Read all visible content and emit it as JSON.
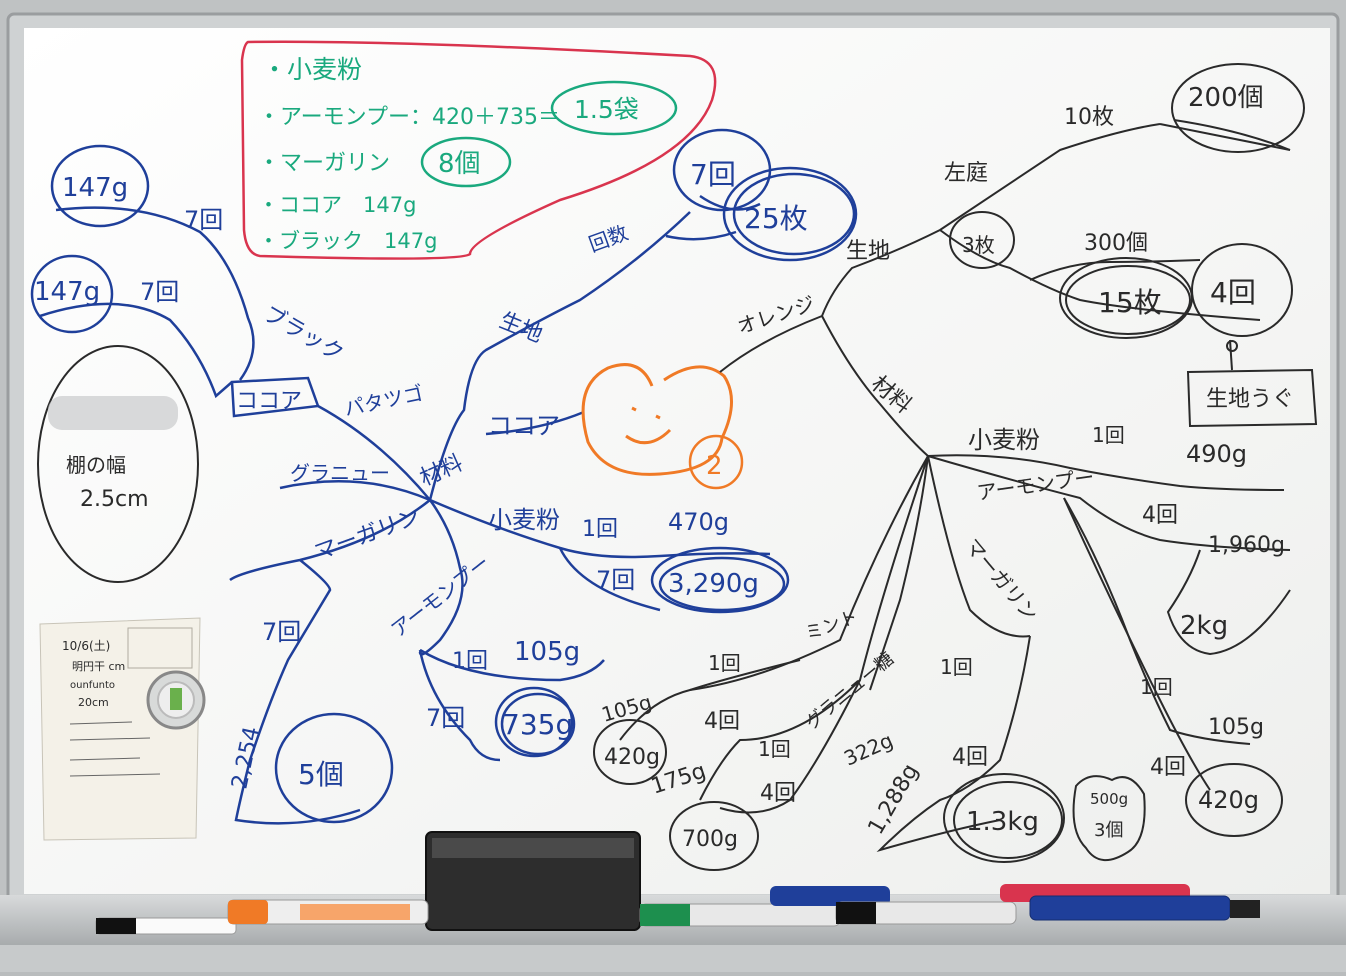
{
  "colors": {
    "blue_marker": "#1f3f9a",
    "black_marker": "#2a2a2a",
    "red_marker": "#d9344e",
    "green_marker": "#1aa97e",
    "orange_marker": "#f07a26",
    "board": "#f7f8f6",
    "frame": "#c9cccd"
  },
  "summary_box": {
    "line1": "・小麦粉",
    "line2": "・アーモンプー：420＋735＝",
    "line2_result": "1.5袋",
    "line3": "・マーガリン",
    "line3_result": "8個",
    "line4": "・ココア　147g",
    "line5": "・ブラック　147g"
  },
  "left_branch": {
    "weight_top": "147g",
    "weight_mid": "147g",
    "count_a": "7回",
    "count_b": "7回",
    "black": "ブラック",
    "cocoa": "ココア",
    "pattern": "パタツゴ",
    "granule": "グラニュー",
    "margarine": "マーガリン",
    "count_c": "7回",
    "total": "2,254",
    "pieces": "5個"
  },
  "center": {
    "material": "材料",
    "dough": "生地",
    "cocoa": "ココア",
    "sheets_count": "回数",
    "count_7": "7回",
    "sheets_25": "25枚",
    "heart_number": "2"
  },
  "flour_branch": {
    "flour": "小麦粉",
    "once": "1回",
    "w470": "470g",
    "seven": "7回",
    "w3290": "3,290g"
  },
  "almond_branch": {
    "almond": "アーモンプー",
    "once": "1回",
    "w105": "105g",
    "seven": "7回",
    "w735": "735g"
  },
  "orange_tree": {
    "orange": "オレンジ",
    "dough": "生地",
    "left_side": "左庭",
    "ten_sheets": "10枚",
    "count_200": "200個",
    "three_sheets": "3枚",
    "count_300": "300個",
    "sheets_15": "15枚",
    "times_4": "4回",
    "dough_note": "生地うぐ",
    "materials": "材料"
  },
  "orange_materials": {
    "flour": "小麦粉",
    "flour_once": "1回",
    "w490": "490g",
    "almond": "アーモンプー",
    "almond_four": "4回",
    "w1960": "1,960g",
    "w2kg": "2kg",
    "margarine": "マーガリン",
    "mint": "ミント",
    "mint_once": "1回",
    "w105": "105g",
    "mint_four": "4回",
    "w420": "420g",
    "granule": "グラニュー糖",
    "gran_once": "1回",
    "w175": "175g",
    "gran_four": "4回",
    "w700": "700g",
    "marg_once": "1回",
    "w322": "322g",
    "marg_four": "4回",
    "w1288": "1,288g",
    "w1_3kg": "1.3kg",
    "w500": "500g",
    "three_pcs": "3個",
    "right_once": "1回",
    "right_105": "105g",
    "right_four": "4回",
    "right_420": "420g"
  },
  "left_note": {
    "width_label": "棚の幅",
    "width_value": "2.5cm"
  },
  "sticky_note": {
    "line1": "10/6(土)",
    "line2": "明円干 cm",
    "line3": "ounfunto",
    "line4": "20cm"
  }
}
